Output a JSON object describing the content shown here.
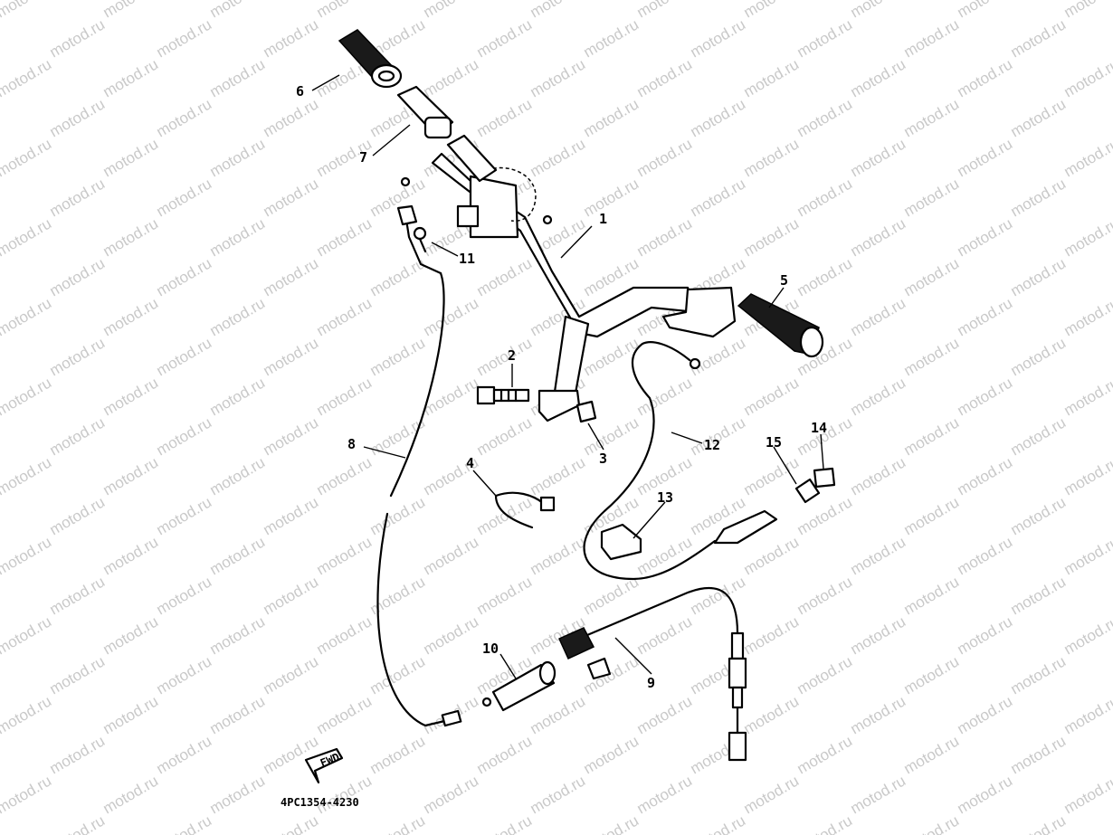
{
  "watermark": "motod.ru",
  "parts": [
    {
      "ref": "1"
    },
    {
      "ref": "2"
    },
    {
      "ref": "3"
    },
    {
      "ref": "4"
    },
    {
      "ref": "5"
    },
    {
      "ref": "6"
    },
    {
      "ref": "7"
    },
    {
      "ref": "8"
    },
    {
      "ref": "9"
    },
    {
      "ref": "10"
    },
    {
      "ref": "11"
    },
    {
      "ref": "12"
    },
    {
      "ref": "13"
    },
    {
      "ref": "14"
    },
    {
      "ref": "15"
    }
  ],
  "front_arrow": "FWD",
  "diagram_code": "4PC1354-4230",
  "colors": {
    "ink": "#000000",
    "watermark": "#c9c9c9",
    "paper": "#ffffff"
  }
}
